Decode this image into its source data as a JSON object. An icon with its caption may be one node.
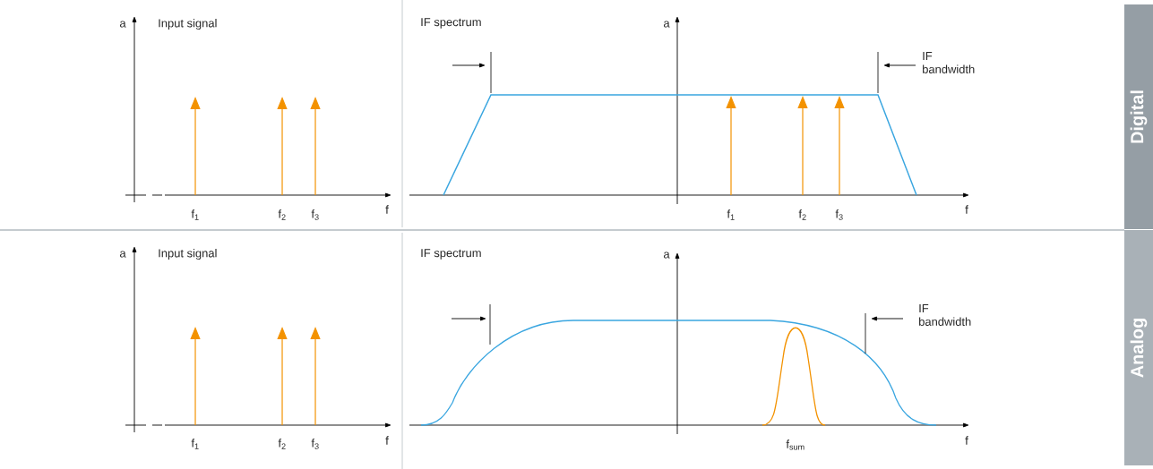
{
  "diagram": {
    "nodes": [
      {
        "text": [
          "Digital"
        ]
      },
      {
        "text": [
          "Analog"
        ]
      }
    ],
    "labels": [
      "a",
      "Input signal",
      "f$_{1}$",
      "f$_{2}$",
      "f$_{3}$",
      "f",
      "IF spectrum",
      "a",
      "IF bandwidth",
      "f$_{1}$",
      "f$_{2}$",
      "f$_{3}$",
      "f",
      "a",
      "Input signal",
      "f$_{1}$",
      "f$_{2}$",
      "f$_{3}$",
      "f",
      "IF spectrum",
      "a",
      "IF bandwidth",
      "f$_{sum}$",
      "f"
    ]
  }
}
